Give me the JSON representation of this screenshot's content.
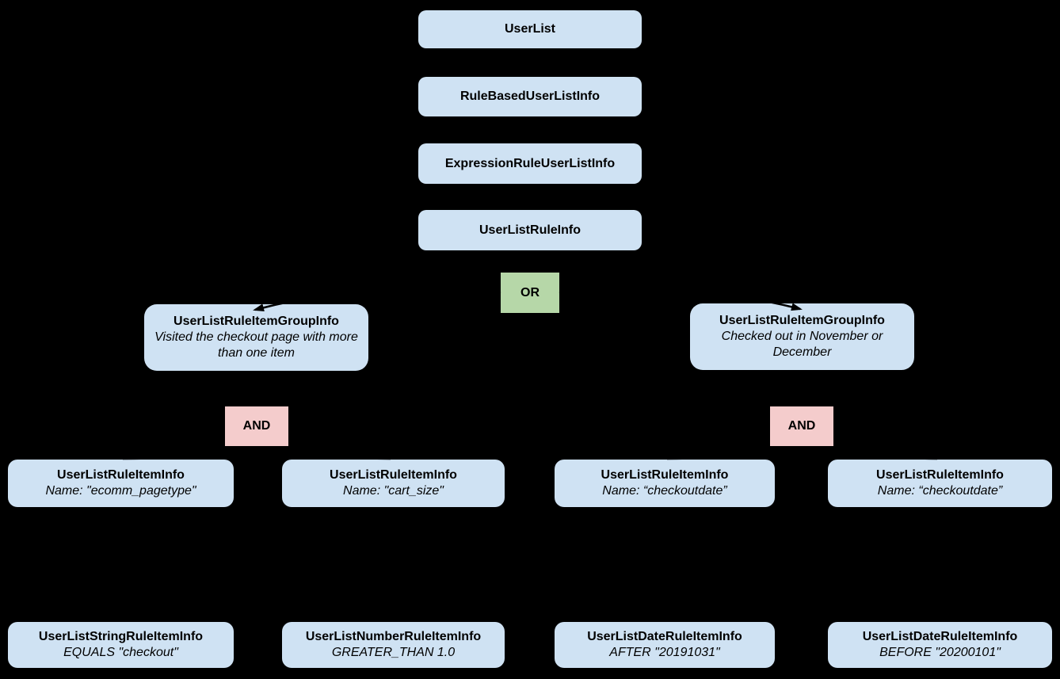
{
  "colors": {
    "background": "#000000",
    "node_fill": "#cfe2f3",
    "or_fill": "#b6d7a8",
    "and_fill": "#f4cccc",
    "text": "#000000",
    "connector": "#000000"
  },
  "nodes": {
    "chain": [
      {
        "label": "UserList"
      },
      {
        "label": "RuleBasedUserListInfo"
      },
      {
        "label": "ExpressionRuleUserListInfo"
      },
      {
        "label": "UserListRuleInfo"
      }
    ],
    "or": {
      "label": "OR"
    },
    "ands": [
      {
        "label": "AND"
      },
      {
        "label": "AND"
      }
    ],
    "groups": [
      {
        "title": "UserListRuleItemGroupInfo",
        "description": "Visited the checkout page with more than one item"
      },
      {
        "title": "UserListRuleItemGroupInfo",
        "description": "Checked out in November or December"
      }
    ],
    "rule_items": [
      {
        "title": "UserListRuleItemInfo",
        "subtitle": "Name: \"ecomm_pagetype\""
      },
      {
        "title": "UserListRuleItemInfo",
        "subtitle": "Name: \"cart_size\""
      },
      {
        "title": "UserListRuleItemInfo",
        "subtitle": "Name: “checkoutdate”"
      },
      {
        "title": "UserListRuleItemInfo",
        "subtitle": "Name: “checkoutdate”"
      }
    ],
    "operands": [
      {
        "title": "UserListStringRuleItemInfo",
        "subtitle": "EQUALS \"checkout\""
      },
      {
        "title": "UserListNumberRuleItemInfo",
        "subtitle": "GREATER_THAN 1.0"
      },
      {
        "title": "UserListDateRuleItemInfo",
        "subtitle": "AFTER \"20191031\""
      },
      {
        "title": "UserListDateRuleItemInfo",
        "subtitle": "BEFORE \"20200101\""
      }
    ]
  }
}
